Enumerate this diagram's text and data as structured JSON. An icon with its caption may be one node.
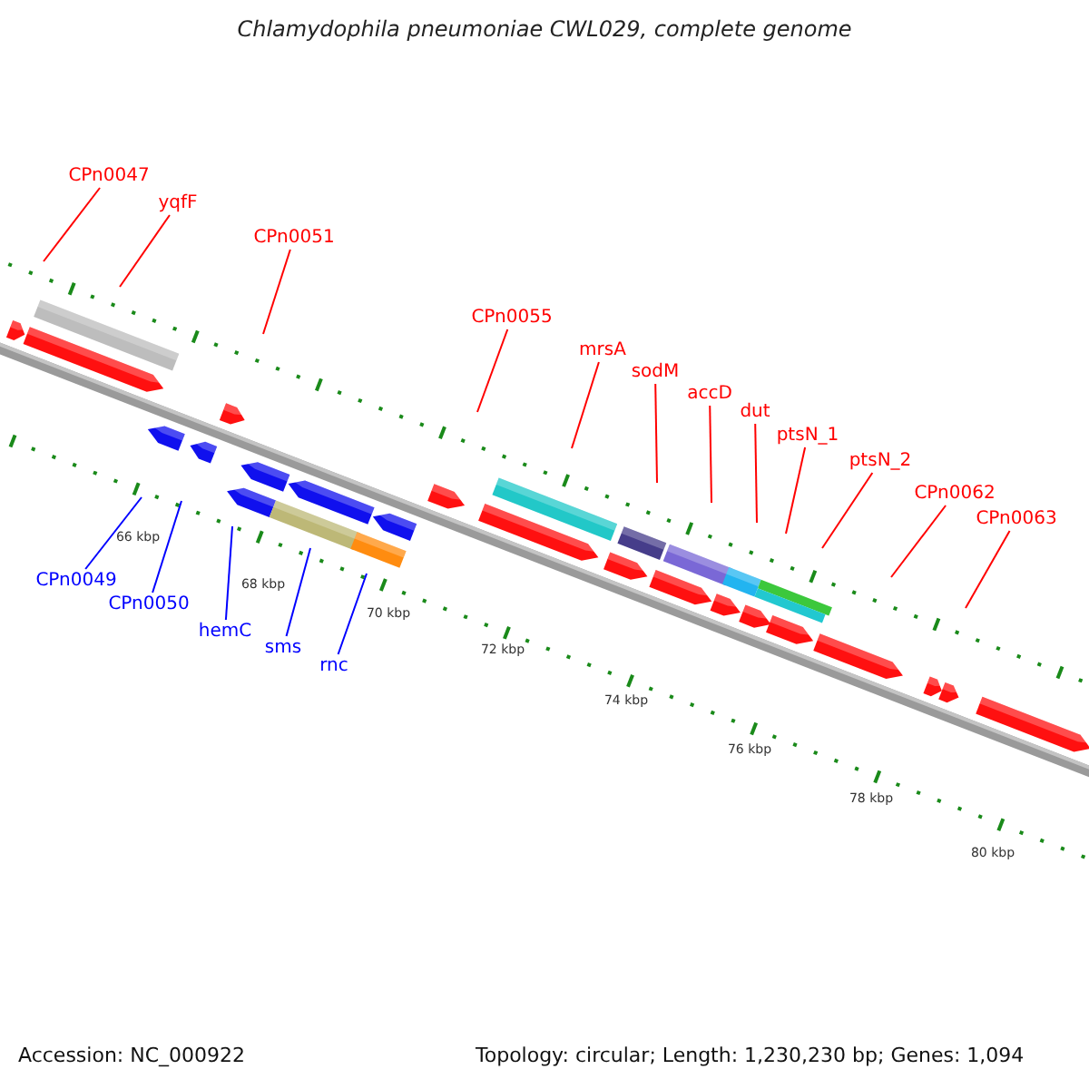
{
  "diagram": {
    "title": "Chlamydophila pneumoniae CWL029, complete genome",
    "nodes": [
      {
        "text": [
          "CPn0047"
        ]
      },
      {
        "text": [
          "yqfF"
        ]
      },
      {
        "text": [
          "CPn0051"
        ]
      },
      {
        "text": [
          "CPn0055"
        ]
      },
      {
        "text": [
          "mrsA"
        ]
      },
      {
        "text": [
          "sodM"
        ]
      },
      {
        "text": [
          "accD"
        ]
      },
      {
        "text": [
          "dut"
        ]
      },
      {
        "text": [
          "ptsN_1"
        ]
      },
      {
        "text": [
          "ptsN_2"
        ]
      },
      {
        "text": [
          "CPn0062"
        ]
      },
      {
        "text": [
          "CPn0063"
        ]
      },
      {
        "text": [
          "CPn0049"
        ]
      },
      {
        "text": [
          "CPn0050"
        ]
      },
      {
        "text": [
          "hemC"
        ]
      },
      {
        "text": [
          "sms"
        ]
      },
      {
        "text": [
          "rnc"
        ]
      }
    ],
    "edges": [
      {
        "from": 0,
        "to": null,
        "arrow": "none"
      },
      {
        "from": 1,
        "to": null,
        "arrow": "none"
      },
      {
        "from": 2,
        "to": null,
        "arrow": "none"
      },
      {
        "from": 3,
        "to": null,
        "arrow": "none"
      },
      {
        "from": 4,
        "to": null,
        "arrow": "none"
      },
      {
        "from": 5,
        "to": null,
        "arrow": "none"
      },
      {
        "from": 6,
        "to": null,
        "arrow": "none"
      },
      {
        "from": 7,
        "to": null,
        "arrow": "none"
      },
      {
        "from": 8,
        "to": null,
        "arrow": "none"
      },
      {
        "from": 9,
        "to": null,
        "arrow": "none"
      },
      {
        "from": 10,
        "to": null,
        "arrow": "none"
      },
      {
        "from": 11,
        "to": null,
        "arrow": "none"
      },
      {
        "from": 12,
        "to": null,
        "arrow": "none",
        "color": "#0000ff"
      },
      {
        "from": 13,
        "to": null,
        "arrow": "none",
        "color": "#0000ff"
      },
      {
        "from": 14,
        "to": null,
        "arrow": "none",
        "color": "#0000ff"
      },
      {
        "from": 15,
        "to": null,
        "arrow": "none",
        "color": "#0000ff"
      },
      {
        "from": 16,
        "to": null,
        "arrow": "none",
        "color": "#0000ff"
      }
    ],
    "labels": [
      "66 kbp",
      "68 kbp",
      "70 kbp",
      "72 kbp",
      "74 kbp",
      "76 kbp",
      "78 kbp",
      "80 kbp",
      "Accession: NC_000922",
      "Topology: circular; Length: 1,230,230 bp; Genes: 1,094"
    ]
  }
}
